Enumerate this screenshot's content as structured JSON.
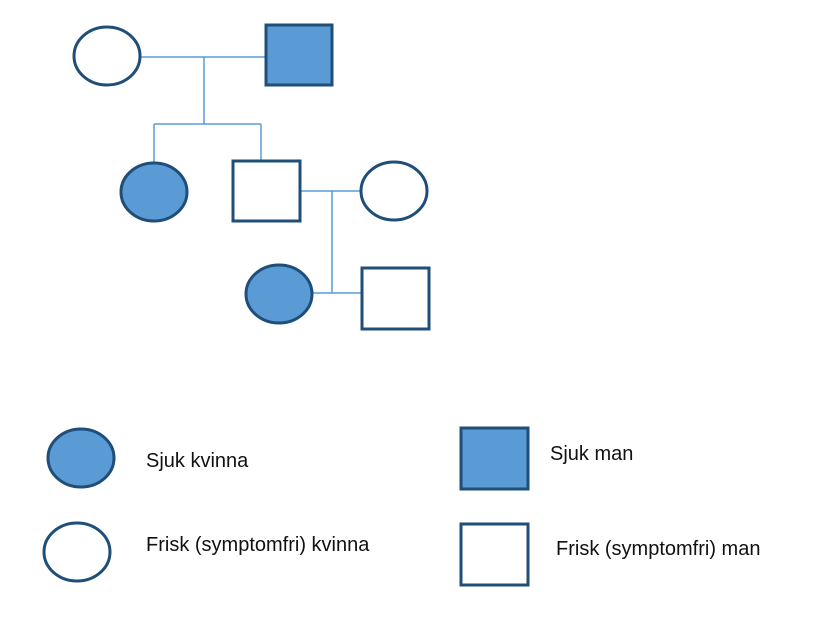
{
  "colors": {
    "affected_fill": "#5b9bd5",
    "outline": "#1f4e79",
    "line": "#5b9bd5",
    "unaffected_fill": "#ffffff"
  },
  "pedigree": {
    "individuals": [
      {
        "id": "gen1-female",
        "sex": "female",
        "affected": false
      },
      {
        "id": "gen1-male",
        "sex": "male",
        "affected": true
      },
      {
        "id": "gen2-daughter",
        "sex": "female",
        "affected": true
      },
      {
        "id": "gen2-son",
        "sex": "male",
        "affected": false
      },
      {
        "id": "gen2-son-partner",
        "sex": "female",
        "affected": false
      },
      {
        "id": "gen3-daughter",
        "sex": "female",
        "affected": true
      },
      {
        "id": "gen3-son",
        "sex": "male",
        "affected": false
      }
    ]
  },
  "legend": {
    "affected_female": "Sjuk kvinna",
    "affected_male": "Sjuk man",
    "healthy_female": "Frisk (symptomfri) kvinna",
    "healthy_male": "Frisk (symptomfri) man"
  }
}
